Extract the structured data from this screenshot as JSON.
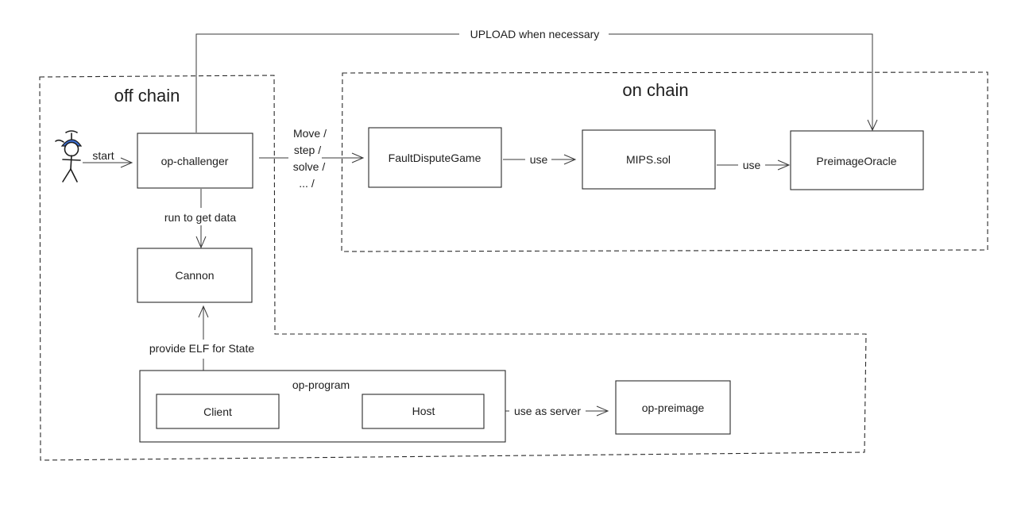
{
  "zones": {
    "off_chain": "off chain",
    "on_chain": "on chain"
  },
  "nodes": {
    "op_challenger": "op-challenger",
    "cannon": "Cannon",
    "fault_dispute_game": "FaultDisputeGame",
    "mips_sol": "MIPS.sol",
    "preimage_oracle": "PreimageOracle",
    "op_program": "op-program",
    "client": "Client",
    "host": "Host",
    "op_preimage": "op-preimage"
  },
  "edges": {
    "start": "start",
    "upload": "UPLOAD when necessary",
    "move_step_solve": [
      "Move /",
      "step /",
      "solve /",
      "... /"
    ],
    "run_to_get_data": "run to get data",
    "provide_elf": "provide ELF for State",
    "use_fdg_mips": "use",
    "use_mips_oracle": "use",
    "use_as_server": "use as server"
  },
  "actor": {
    "icon": "stick-figure-propeller-cap-icon",
    "cap_color": "#3b6fd6"
  }
}
